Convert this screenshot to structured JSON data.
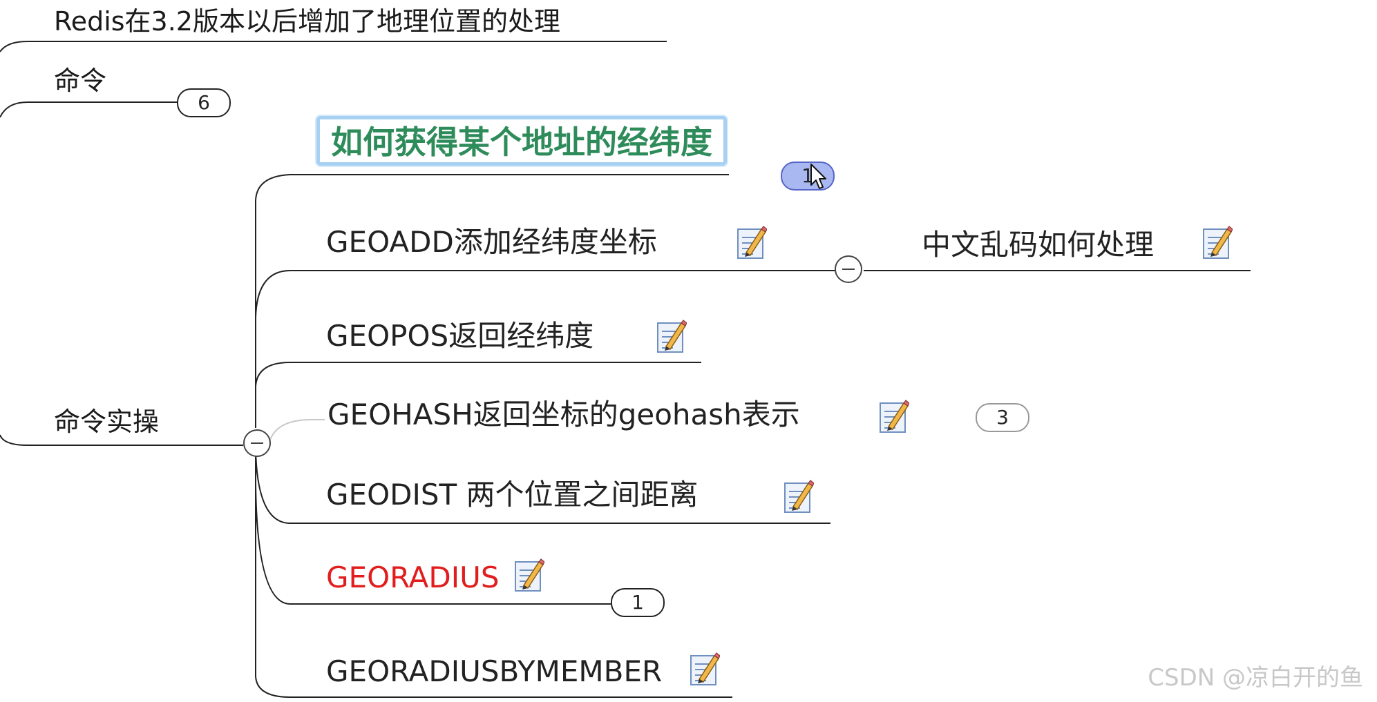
{
  "topics": {
    "root_title": "Redis在3.2版本以后增加了地理位置的处理",
    "commands": "命令",
    "practice": "命令实操",
    "how_to_get": "如何获得某个地址的经纬度",
    "geoadd": "GEOADD添加经纬度坐标",
    "chinese_garbled": "中文乱码如何处理",
    "geopos": "GEOPOS返回经纬度",
    "geohash": "GEOHASH返回坐标的geohash表示",
    "geodist": "GEODIST 两个位置之间距离",
    "georadius": "GEORADIUS",
    "georadiusbymember": "GEORADIUSBYMEMBER"
  },
  "badges": {
    "commands_count": "6",
    "how_to_get_count": "1",
    "geohash_count": "3",
    "georadius_count": "1"
  },
  "icons": {
    "note": "note-pencil-icon",
    "collapse": "collapse-minus-icon",
    "cursor": "mouse-cursor-icon"
  },
  "colors": {
    "selected_text": "#2e8b5a",
    "selected_border": "#a7d0f2",
    "georadius_text": "#e11d1d",
    "active_badge": "#a9b8f0"
  },
  "watermark": "CSDN @凉白开的鱼"
}
